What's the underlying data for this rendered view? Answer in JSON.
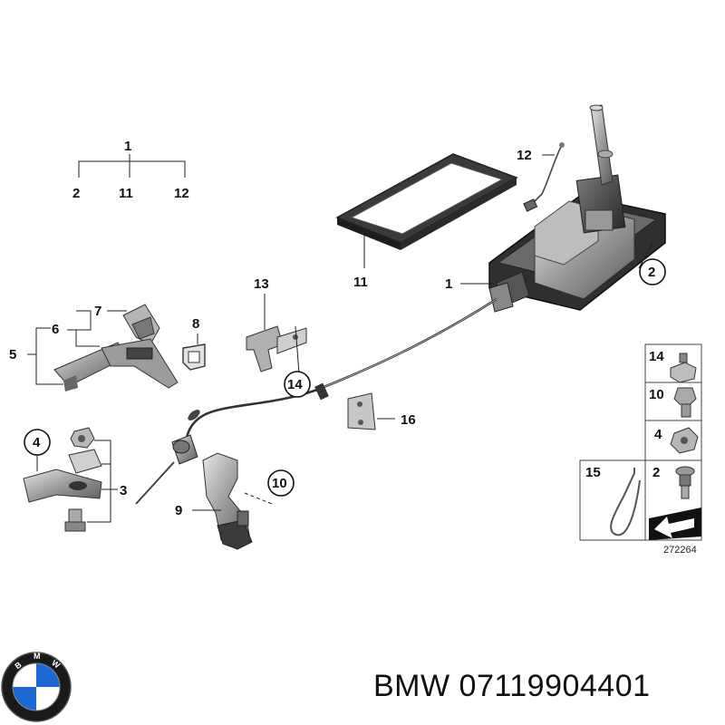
{
  "diagram": {
    "labels": {
      "p1_top": "1",
      "p2_under": "2",
      "p11_under": "11",
      "p12_under": "12",
      "p12": "12",
      "p11": "11",
      "p1": "1",
      "p2": "2",
      "p13": "13",
      "p7": "7",
      "p6": "6",
      "p8": "8",
      "p5": "5",
      "p14": "14",
      "p16": "16",
      "p4": "4",
      "p3": "3",
      "p9": "9",
      "p10": "10"
    },
    "legend": {
      "items": [
        "14",
        "10",
        "4",
        "2",
        "15"
      ],
      "reference_number": "272264"
    }
  },
  "caption": {
    "brand": "BMW",
    "part_number": "07119904401"
  },
  "colors": {
    "part_grey": "#8a8a8a",
    "dark": "#2b2b2b",
    "bmw_blue": "#1c69d4"
  }
}
